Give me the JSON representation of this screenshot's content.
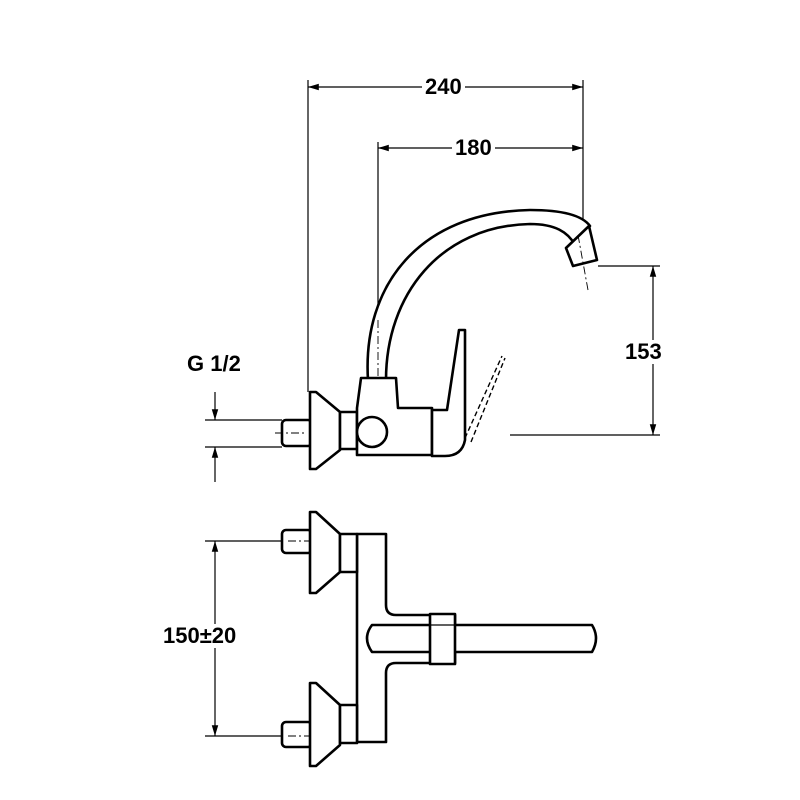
{
  "drawing": {
    "dimensions": {
      "overall_reach": "240",
      "spout_reach": "180",
      "spout_height": "153",
      "connection_thread": "G 1/2",
      "inlet_spacing": "150±20"
    },
    "line_color": "#000000",
    "background_color": "#ffffff"
  }
}
